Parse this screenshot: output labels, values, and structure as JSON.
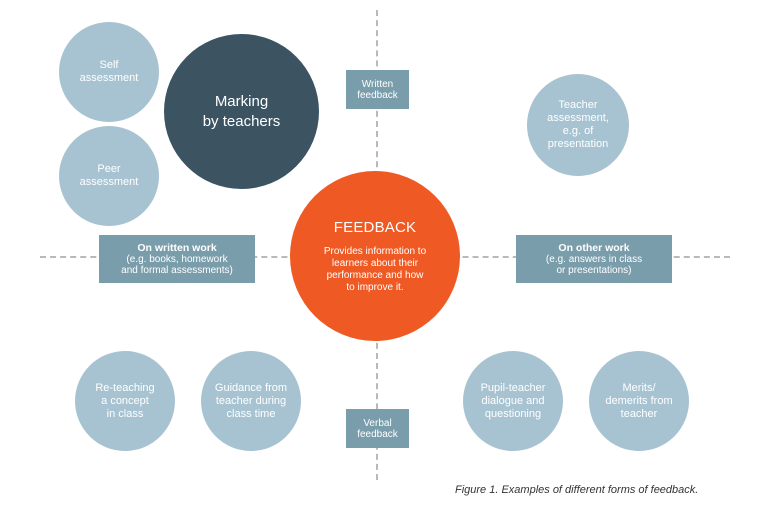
{
  "center": {
    "title": "FEEDBACK",
    "description": "Provides information to\nlearners about their\nperformance and how\nto improve it."
  },
  "circles": {
    "self_assessment": "Self\nassessment",
    "peer_assessment": "Peer\nassessment",
    "marking_by_teachers": "Marking\nby teachers",
    "teacher_assessment": "Teacher\nassessment,\ne.g. of\npresentation",
    "reteaching": "Re-teaching\na concept\nin class",
    "guidance": "Guidance from\nteacher during\nclass time",
    "pupil_teacher": "Pupil-teacher\ndialogue and\nquestioning",
    "merits": "Merits/\ndemerits from\nteacher"
  },
  "boxes": {
    "written_feedback": "Written\nfeedback",
    "verbal_feedback": "Verbal\nfeedback",
    "on_written_work_title": "On written work",
    "on_written_work_detail": "(e.g. books, homework\nand formal assessments)",
    "on_other_work_title": "On other work",
    "on_other_work_detail": "(e.g. answers in class\nor presentations)"
  },
  "caption": "Figure 1. Examples of different forms of feedback.",
  "colors": {
    "center": "#ef5a24",
    "light_circle": "#a7c3d1",
    "dark_circle": "#3c5362",
    "box": "#7a9dab"
  }
}
